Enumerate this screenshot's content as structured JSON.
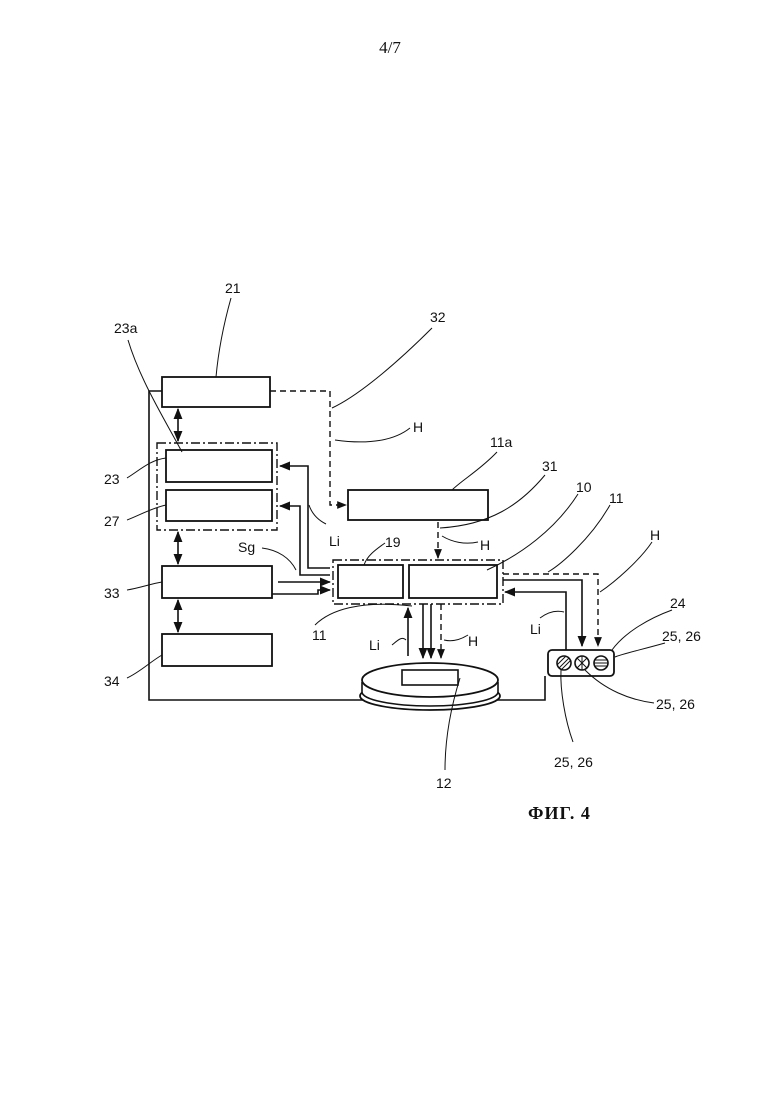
{
  "page": {
    "number": "4/7",
    "caption": "ФИГ. 4"
  },
  "labels": {
    "l21": "21",
    "l23a": "23a",
    "l32": "32",
    "l11a": "11a",
    "lH1": "H",
    "l23": "23",
    "l27": "27",
    "l31": "31",
    "l10": "10",
    "l11top": "11",
    "lHright": "H",
    "lLi1": "Li",
    "lSg": "Sg",
    "l19": "19",
    "lH2": "H",
    "l33": "33",
    "l11bot": "11",
    "l24": "24",
    "l2526a": "25, 26",
    "lLi2": "Li",
    "lH3": "H",
    "lLi3": "Li",
    "l34": "34",
    "l2526b": "25, 26",
    "l2526c": "25, 26",
    "l12": "12"
  }
}
